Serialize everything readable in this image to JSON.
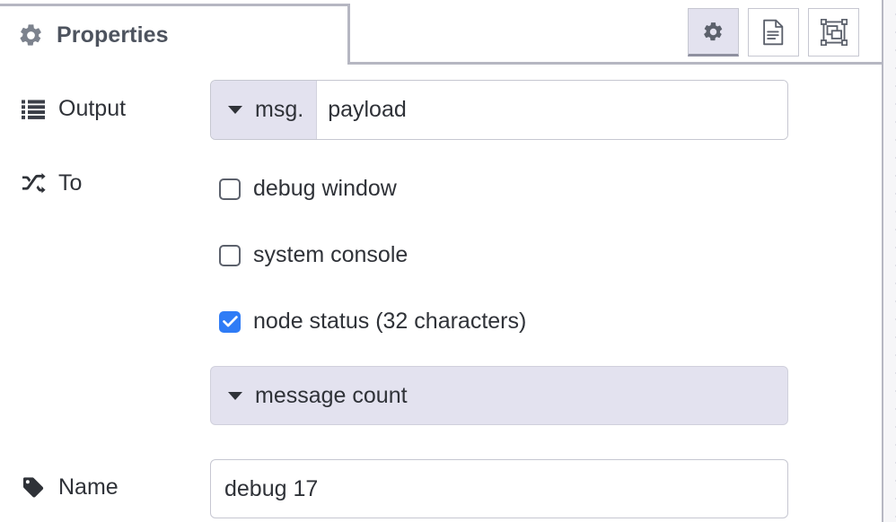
{
  "panel": {
    "tab": {
      "label": "Properties",
      "icon": "gear-icon"
    },
    "icon_buttons": [
      {
        "name": "properties-tab-button",
        "icon": "gear-icon",
        "active": true
      },
      {
        "name": "description-tab-button",
        "icon": "document-icon",
        "active": false
      },
      {
        "name": "appearance-tab-button",
        "icon": "appearance-icon",
        "active": false
      }
    ]
  },
  "form": {
    "output": {
      "label": "Output",
      "icon": "list-icon",
      "type_prefix": "msg.",
      "value": "payload"
    },
    "to": {
      "label": "To",
      "icon": "shuffle-icon",
      "options": [
        {
          "label": "debug window",
          "checked": false
        },
        {
          "label": "system console",
          "checked": false
        },
        {
          "label": "node status (32 characters)",
          "checked": true
        }
      ],
      "status_type": "message count"
    },
    "name": {
      "label": "Name",
      "icon": "tag-icon",
      "value": "debug 17",
      "placeholder": "Name"
    }
  },
  "colors": {
    "accent_checked": "#2f7cf6",
    "lavender": "#e3e2ef",
    "border": "#c6c7d1",
    "text": "#2f3238",
    "tab_text": "#4d535e"
  }
}
